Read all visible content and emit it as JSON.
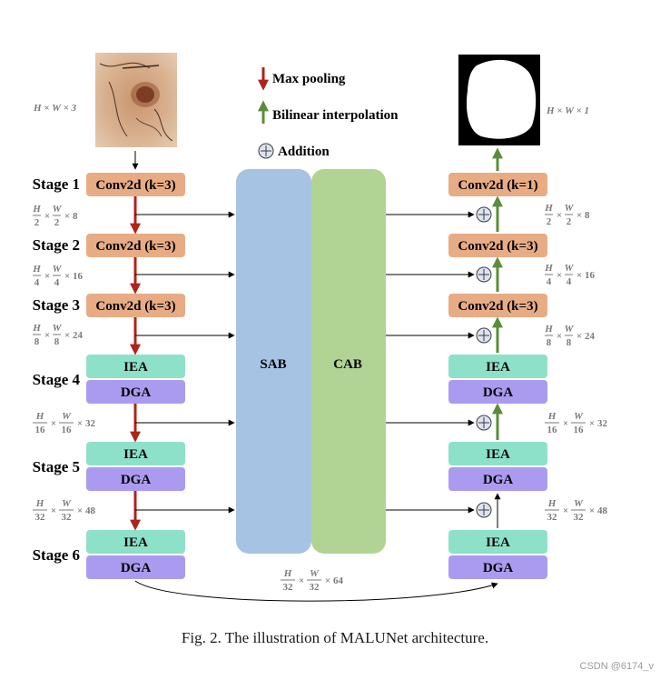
{
  "legend": {
    "max_pooling": "Max pooling",
    "bilinear": "Bilinear interpolation",
    "addition": "Addition"
  },
  "colors": {
    "conv": "#e8ac85",
    "iea": "#8ee1c9",
    "dga": "#ab9bf0",
    "sab": "#a6c3e4",
    "cab": "#b1d495",
    "pool_arrow": "#b02318",
    "interp_arrow": "#5b8c3a",
    "line": "#000000"
  },
  "input_dims": "H × W × 3",
  "output_dims": "H × W × 1",
  "stages": [
    "Stage 1",
    "Stage 2",
    "Stage 3",
    "Stage 4",
    "Stage 5",
    "Stage 6"
  ],
  "encoder": [
    [
      "Conv2d (k=3)"
    ],
    [
      "Conv2d (k=3)"
    ],
    [
      "Conv2d (k=3)"
    ],
    [
      "IEA",
      "DGA"
    ],
    [
      "IEA",
      "DGA"
    ],
    [
      "IEA",
      "DGA"
    ]
  ],
  "decoder": [
    [
      "Conv2d (k=1)"
    ],
    [
      "Conv2d (k=3)"
    ],
    [
      "Conv2d (k=3)"
    ],
    [
      "IEA",
      "DGA"
    ],
    [
      "IEA",
      "DGA"
    ],
    [
      "IEA",
      "DGA"
    ]
  ],
  "skip_dims": [
    {
      "num": "H",
      "den": "2",
      "num2": "W",
      "den2": "2",
      "ch": "8"
    },
    {
      "num": "H",
      "den": "4",
      "num2": "W",
      "den2": "4",
      "ch": "16"
    },
    {
      "num": "H",
      "den": "8",
      "num2": "W",
      "den2": "8",
      "ch": "24"
    },
    {
      "num": "H",
      "den": "16",
      "num2": "W",
      "den2": "16",
      "ch": "32"
    },
    {
      "num": "H",
      "den": "32",
      "num2": "W",
      "den2": "32",
      "ch": "48"
    }
  ],
  "bottom_dims": {
    "num": "H",
    "den": "32",
    "num2": "W",
    "den2": "32",
    "ch": "64"
  },
  "bridge": {
    "sab": "SAB",
    "cab": "CAB"
  },
  "caption": "Fig. 2.  The illustration of MALUNet architecture.",
  "watermark": "CSDN @6174_v"
}
